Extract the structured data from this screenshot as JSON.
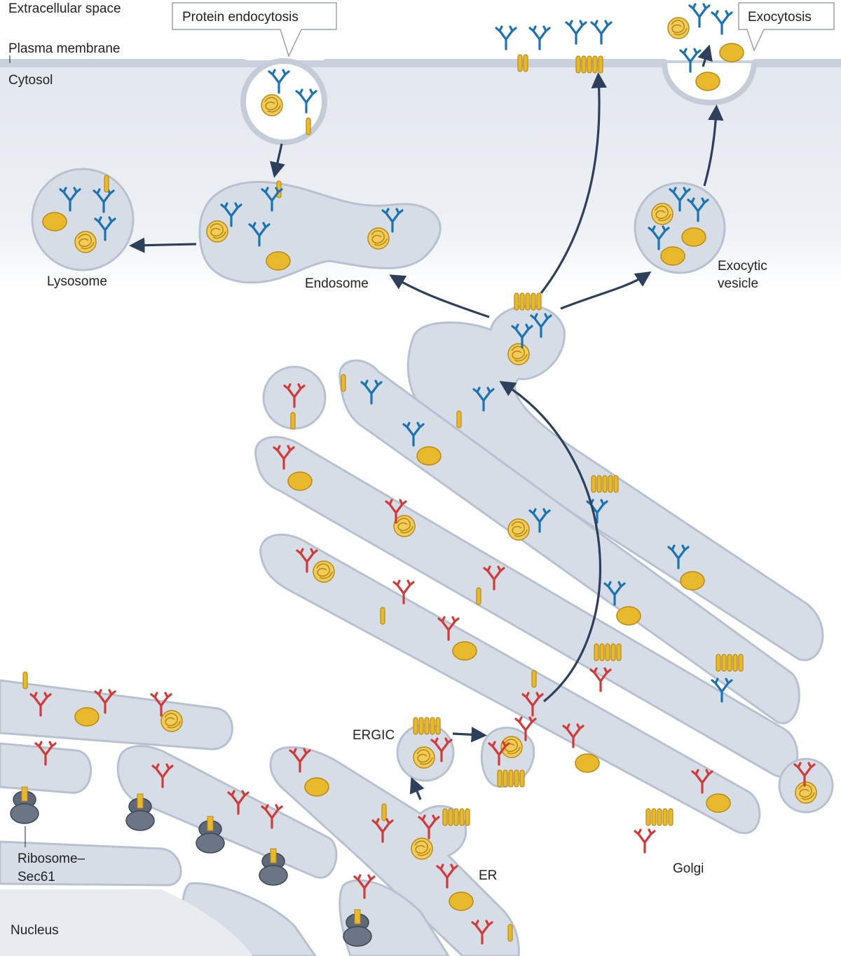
{
  "labels": {
    "extracellular": "Extracellular space",
    "plasma_membrane": "Plasma membrane",
    "cytosol": "Cytosol",
    "protein_endocytosis": "Protein endocytosis",
    "exocytosis": "Exocytosis",
    "lysosome": "Lysosome",
    "endosome": "Endosome",
    "exocytic_vesicle_1": "Exocytic",
    "exocytic_vesicle_2": "vesicle",
    "ergic": "ERGIC",
    "er": "ER",
    "golgi": "Golgi",
    "ribosome_1": "Ribosome–",
    "ribosome_2": "Sec61",
    "nucleus": "Nucleus"
  },
  "colors": {
    "membrane_fill": "#d6dde7",
    "membrane_stroke": "#b2bccb",
    "cytosol_fill": "#e4e9f0",
    "protein_gold": "#e9b92d",
    "protein_gold_dark": "#b88a12",
    "glycan_blue": "#1b73b4",
    "glycan_red": "#d23a3a",
    "arrow": "#2e3f5c",
    "ribosome": "#5f6878"
  },
  "icons": {
    "antibody_blue": "y-shaped-glycan-blue-icon",
    "antibody_red": "y-shaped-glycan-red-icon",
    "folded_protein": "folded-protein-icon",
    "misfolded_protein": "tangled-protein-icon",
    "transmembrane": "helical-transmembrane-protein-icon",
    "ribosome": "ribosome-sec61-icon"
  }
}
